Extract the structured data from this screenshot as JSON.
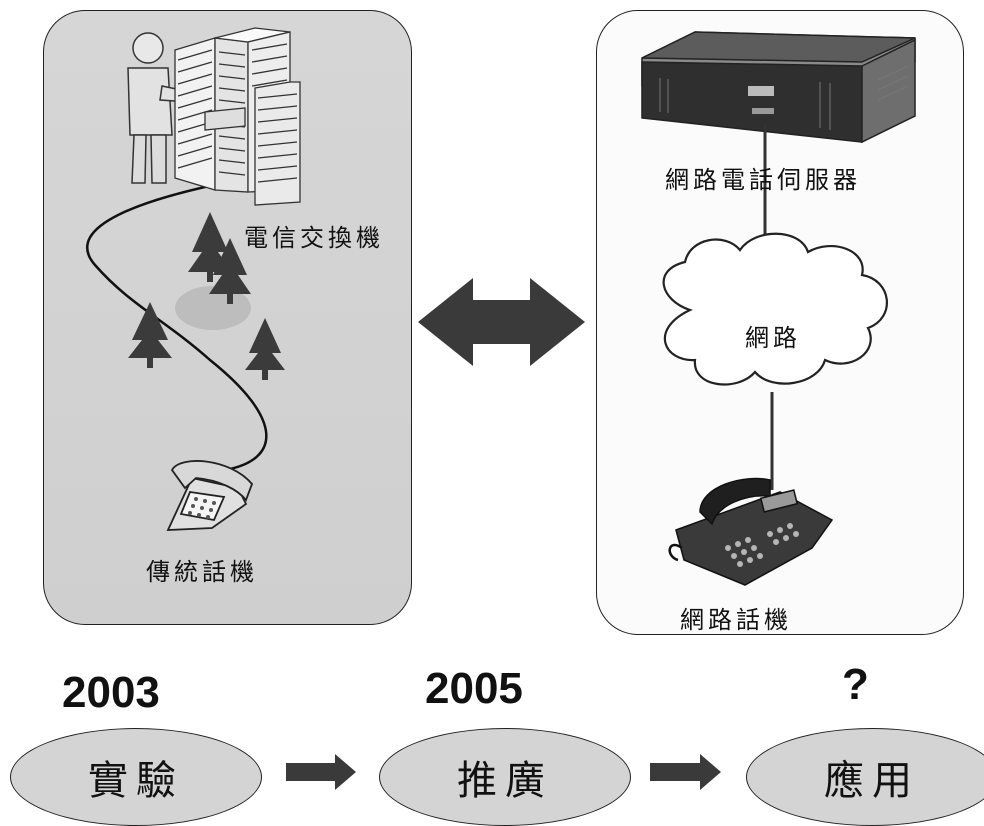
{
  "left_panel": {
    "switch_label": "電信交換機",
    "phone_label": "傳統話機"
  },
  "right_panel": {
    "server_label": "網路電話伺服器",
    "cloud_label": "網路",
    "phone_label": "網路話機"
  },
  "timeline": [
    {
      "year": "2003",
      "stage": "實驗"
    },
    {
      "year": "2005",
      "stage": "推廣"
    },
    {
      "year": "?",
      "stage": "應用"
    }
  ],
  "colors": {
    "panel_left": "#d3d3d3",
    "panel_right": "#fbfbfb",
    "arrow": "#3a3a3a",
    "oval": "#d4d4d4"
  }
}
